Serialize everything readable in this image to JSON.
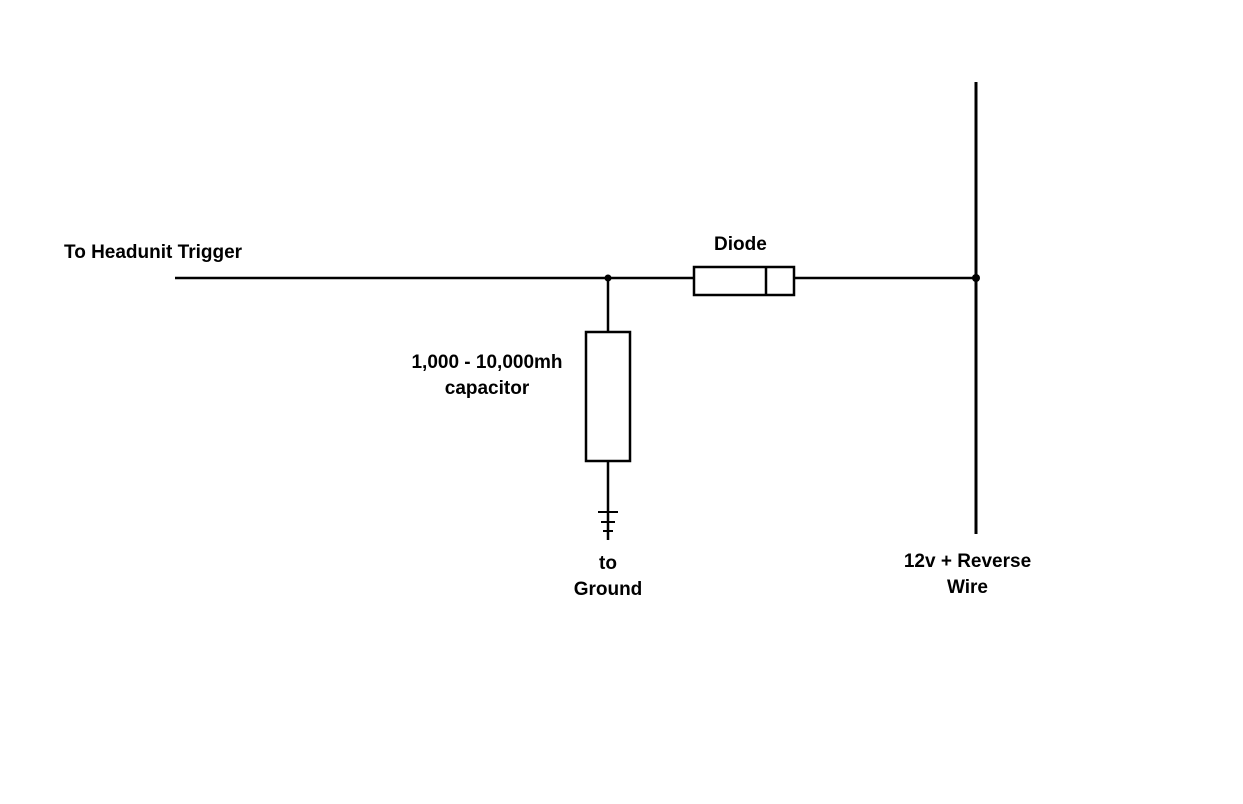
{
  "diagram": {
    "headunit_label": "To Headunit Trigger",
    "diode_label": "Diode",
    "capacitor_label_line1": "1,000 - 10,000mh",
    "capacitor_label_line2": "capacitor",
    "ground_label_line1": "to",
    "ground_label_line2": "Ground",
    "reverse_label_line1": "12v + Reverse",
    "reverse_label_line2": "Wire"
  },
  "colors": {
    "stroke": "#000000",
    "background": "#ffffff"
  }
}
